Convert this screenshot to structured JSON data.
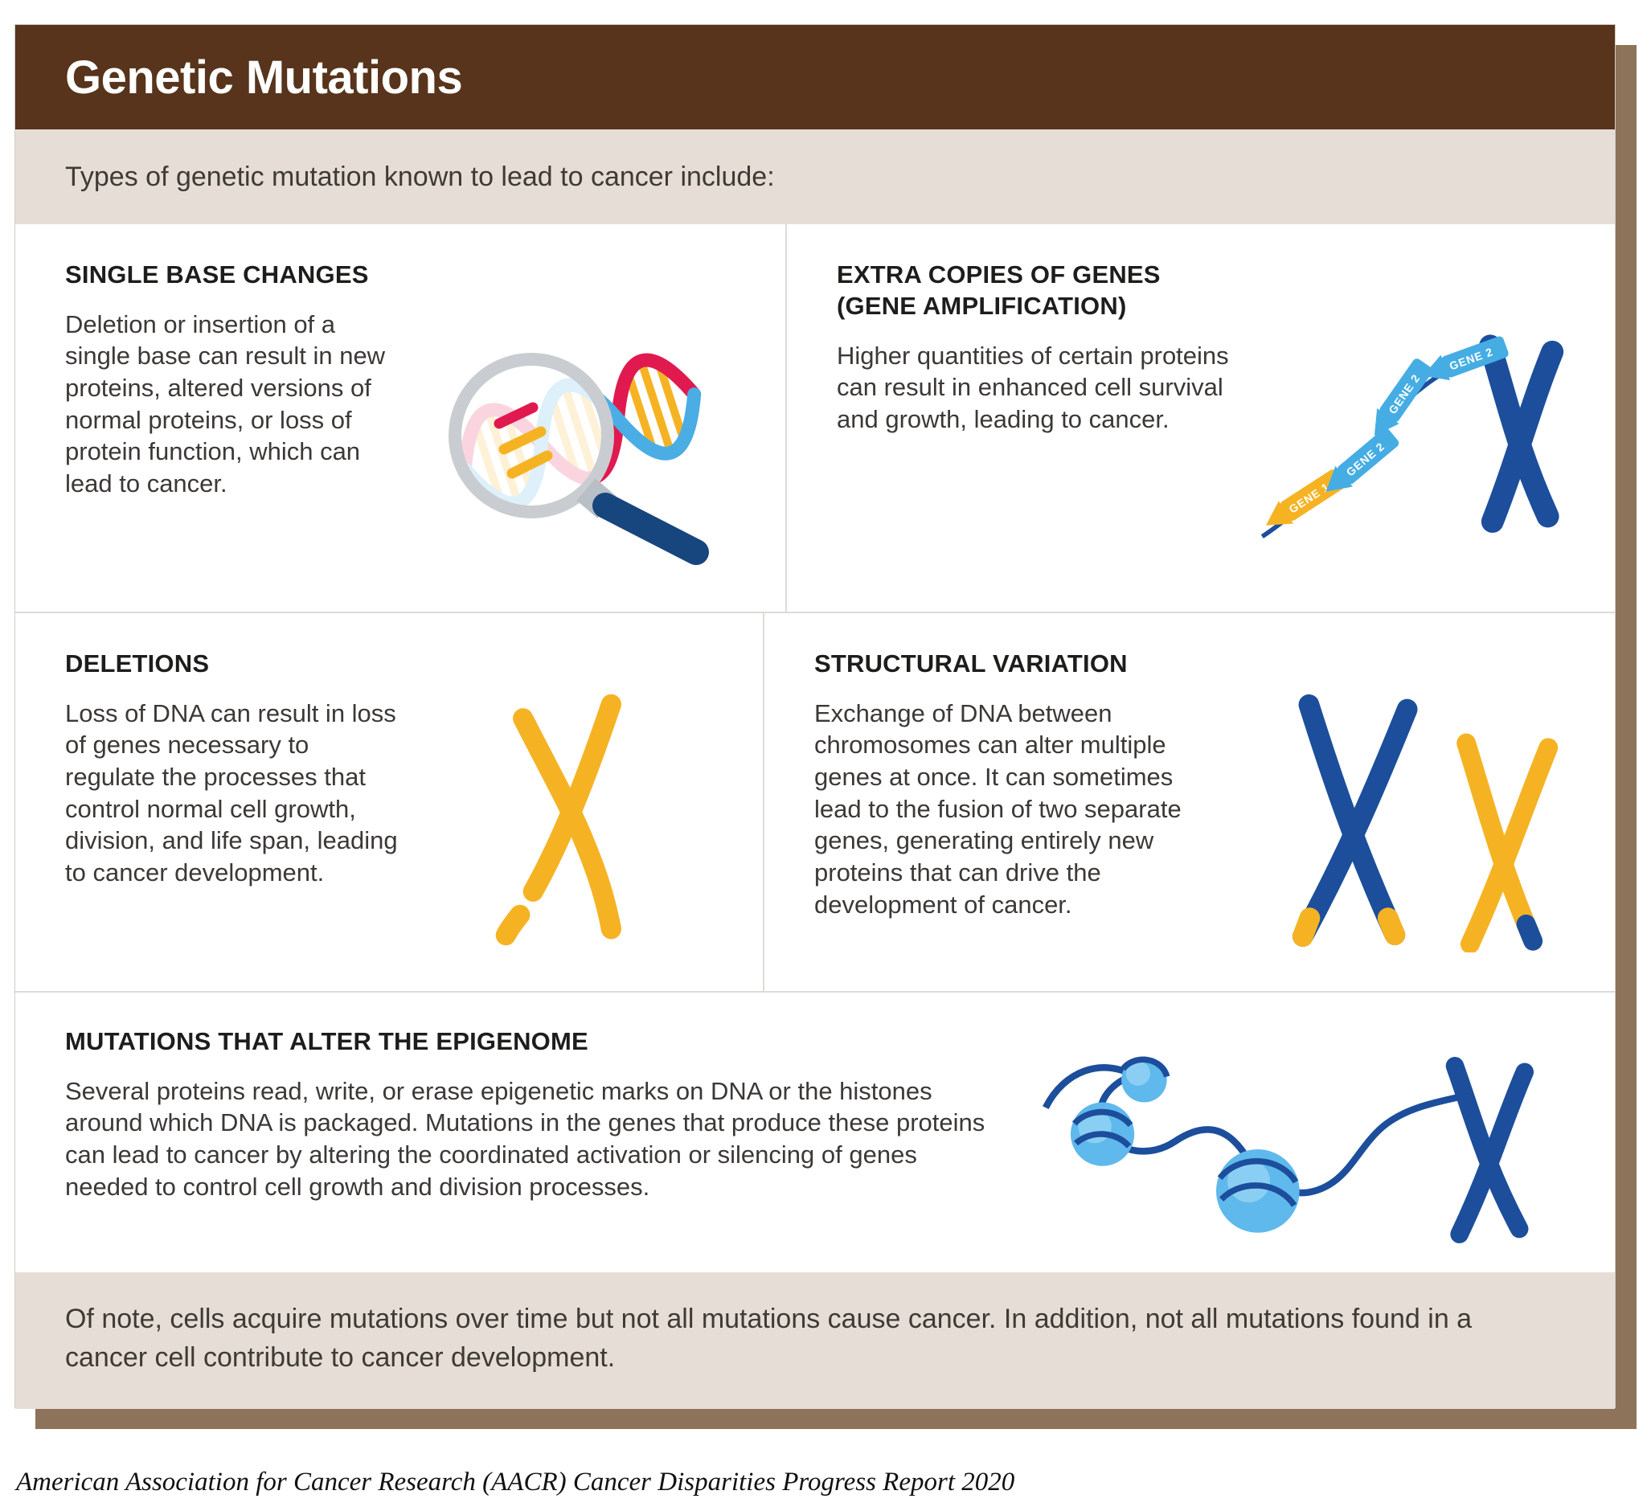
{
  "colors": {
    "header_brown": "#57341B",
    "band_beige": "#E6DED6",
    "shadow_brown": "#8D7359",
    "chromosome_dark_blue": "#1C4E9C",
    "gene_light_blue": "#45ADE3",
    "chromosome_yellow": "#F5B324",
    "dna_red": "#E01A4F",
    "lens_gray": "#C9CDD1",
    "text_dark": "#3C3836"
  },
  "header": {
    "title": "Genetic Mutations"
  },
  "intro": "Types of genetic mutation known to lead to cancer include:",
  "sections": [
    {
      "title": "SINGLE BASE CHANGES",
      "body": "Deletion or insertion of a single base can result in new proteins, altered versions of normal proteins, or loss of protein function, which can lead to cancer.",
      "icon": "magnifier-dna-icon"
    },
    {
      "title": "EXTRA COPIES OF GENES (GENE AMPLIFICATION)",
      "body": "Higher quantities of certain proteins can result in enhanced cell survival and growth, leading to cancer.",
      "icon": "gene-amplification-icon",
      "labels": {
        "gene1": "GENE 1",
        "gene2": "GENE 2"
      }
    },
    {
      "title": "DELETIONS",
      "body": "Loss of DNA can result in loss of genes necessary to regulate the processes that control normal cell growth, division, and life span, leading to cancer development.",
      "icon": "deleted-chromosome-icon"
    },
    {
      "title": "STRUCTURAL VARIATION",
      "body": "Exchange of DNA between chromosomes can alter multiple genes at once. It can sometimes lead to the fusion of two separate genes, generating entirely new proteins that can drive the development of cancer.",
      "icon": "fused-chromosomes-icon"
    },
    {
      "title": "MUTATIONS THAT ALTER THE EPIGENOME",
      "body": "Several proteins read, write, or erase epigenetic marks on DNA or the histones around which DNA is packaged. Mutations in the genes that produce these proteins can lead to cancer by altering the coordinated activation or silencing of genes needed to control cell growth and division processes.",
      "icon": "histone-dna-icon"
    }
  ],
  "note": "Of note, cells acquire mutations over time but not all mutations cause cancer. In addition, not all mutations found in a cancer cell contribute to cancer development.",
  "caption": "American Association for Cancer Research (AACR) Cancer Disparities Progress Report 2020"
}
